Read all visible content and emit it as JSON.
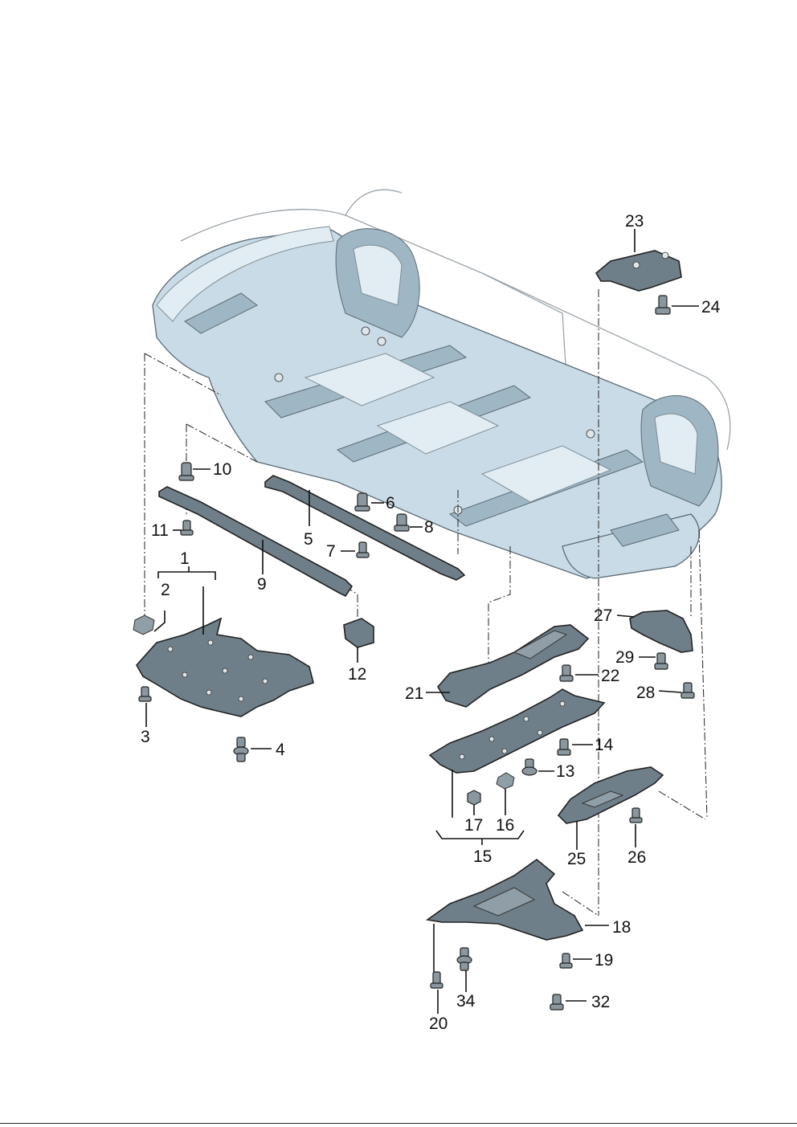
{
  "diagram": {
    "labels": {
      "p1": "1",
      "p2": "2",
      "p3": "3",
      "p4": "4",
      "p5": "5",
      "p6": "6",
      "p7": "7",
      "p8": "8",
      "p9": "9",
      "p10": "10",
      "p11": "11",
      "p12": "12",
      "p13": "13",
      "p14": "14",
      "p15": "15",
      "p16": "16",
      "p17": "17",
      "p18": "18",
      "p19": "19",
      "p20": "20",
      "p21": "21",
      "p22": "22",
      "p23": "23",
      "p24": "24",
      "p25": "25",
      "p26": "26",
      "p27": "27",
      "p28": "28",
      "p29": "29",
      "p32": "32",
      "p34": "34"
    },
    "colors": {
      "body_fill": "#c9dbe6",
      "part_fill": "#6f7f89",
      "line": "#111111"
    }
  }
}
